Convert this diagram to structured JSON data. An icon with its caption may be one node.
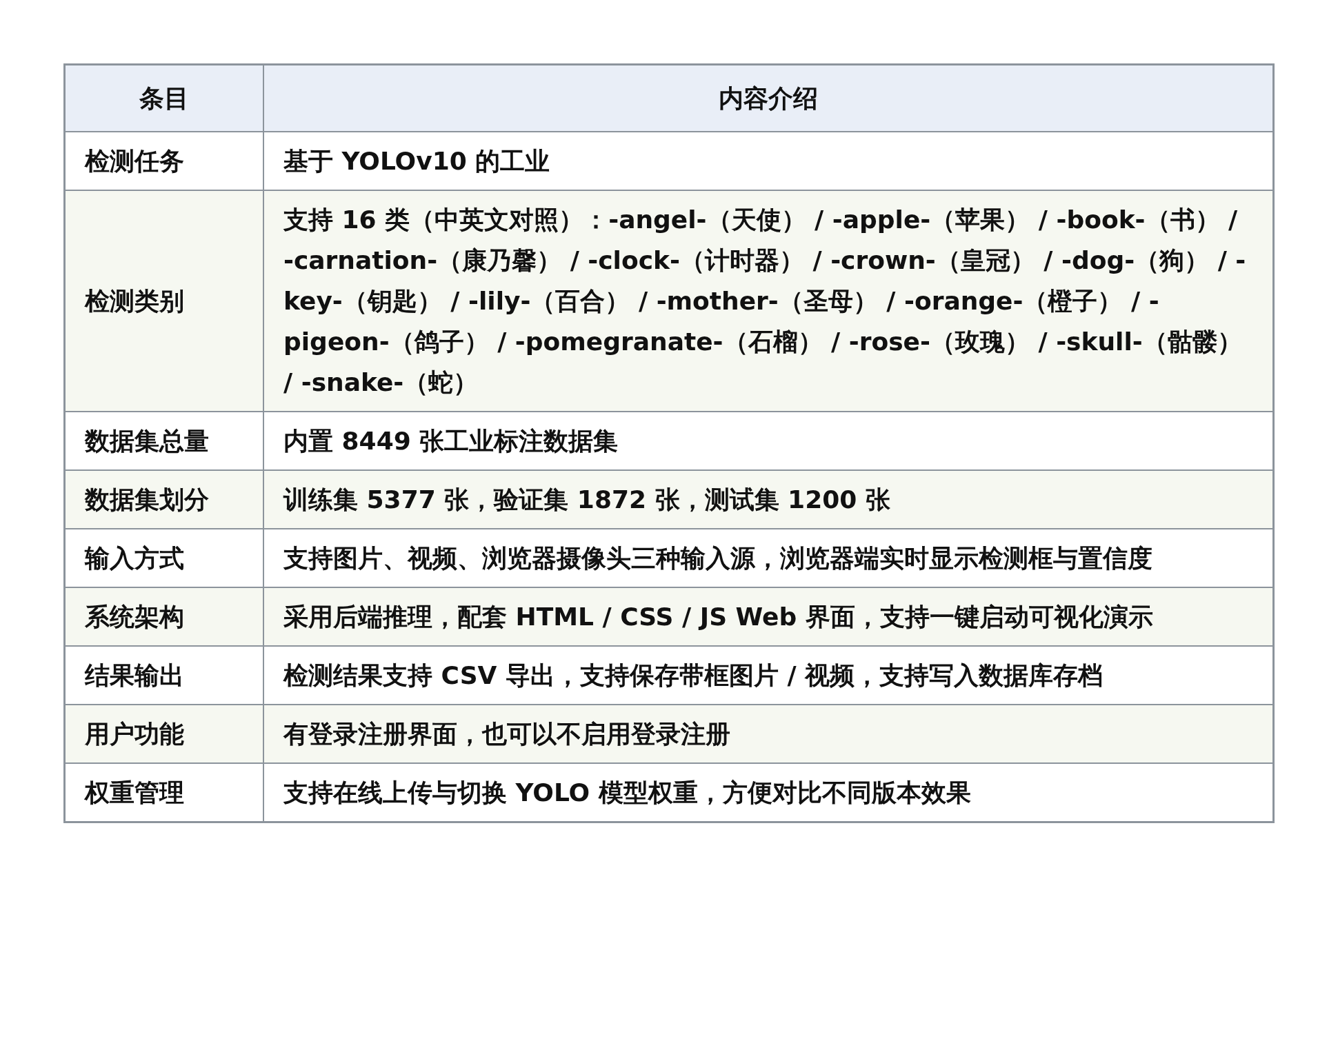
{
  "diagram": {
    "labels": [
      "条目",
      "内容介绍",
      "检测任务",
      "基于 **YOLOv10** 的工业",
      "检测类别",
      "支持 **16** 类（中英文对照）：**-angel-**（天使） / **-apple-**（苹果） / **-book-**（书） / **-carnation-**（康乃馨） / **-clock-**（计时器） / **-crown-**（皇冠） / **-dog-**（狗） / **-key-**（钥匙） / **-lily-**（百合） / **-mother-**（圣母） / **-orange-**（橙子） / **-pigeon-**（鸽子） / **-pomegranate-**（石榴） / **-rose-**（玫瑰） / **-skull-**（骷髅） / **-snake-**（蛇）",
      "数据集总量",
      "内置 **8449** 张工业标注数据集",
      "数据集划分",
      "训练集 **5377** 张，验证集 **1872** 张，测试集 **1200** 张",
      "输入方式",
      "支持图片、视频、浏览器摄像头三种输入源，浏览器端实时显示检测框与置信度",
      "系统架构",
      "采用后端推理，配套 **HTML** / **CSS** / **JS Web** 界面，支持一键启动可视化演示",
      "结果输出",
      "检测结果支持 **CSV** 导出，支持保存带框图片 / 视频，支持写入数据库存档",
      "用户功能",
      "有登录注册界面，也可以不启用登录注册",
      "权重管理",
      "支持在线上传与切换 **YOLO** 模型权重，方便对比不同版本效果"
    ]
  }
}
